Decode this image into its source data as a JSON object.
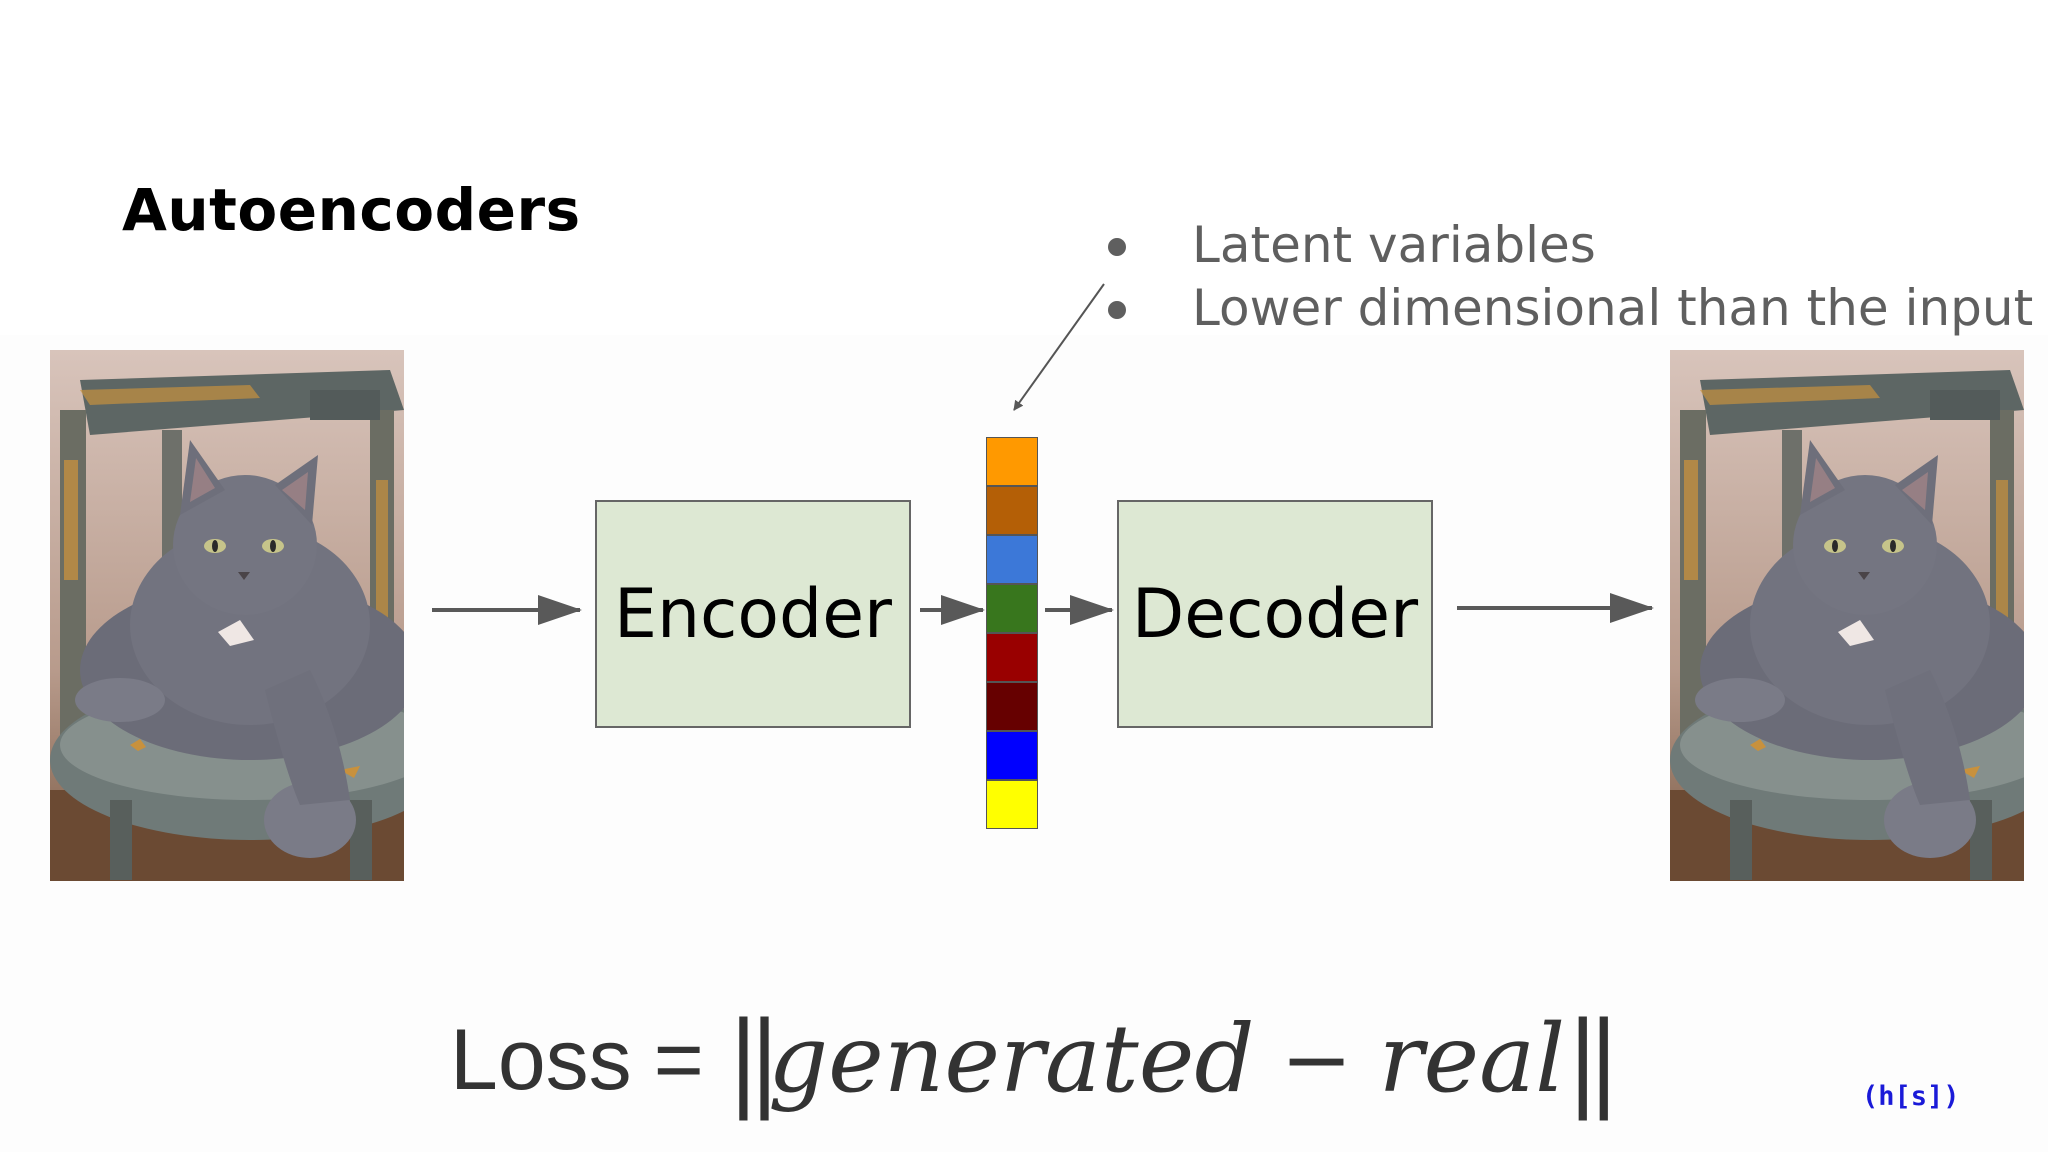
{
  "slide": {
    "title": "Autoencoders",
    "bullets": [
      "Latent variables",
      "Lower dimensional than the input"
    ],
    "encoder_label": "Encoder",
    "decoder_label": "Decoder",
    "latent_colors": [
      "#ff9900",
      "#b45f06",
      "#3c78d8",
      "#38761d",
      "#990000",
      "#660000",
      "#0000ff",
      "#ffff00"
    ],
    "loss": {
      "word": "Loss",
      "equals": "=",
      "norm_bar": "||",
      "term1": "generated",
      "minus": "−",
      "term2": "real"
    },
    "logo": "(h[s])",
    "input_image": "cat-photo",
    "output_image": "cat-photo"
  }
}
